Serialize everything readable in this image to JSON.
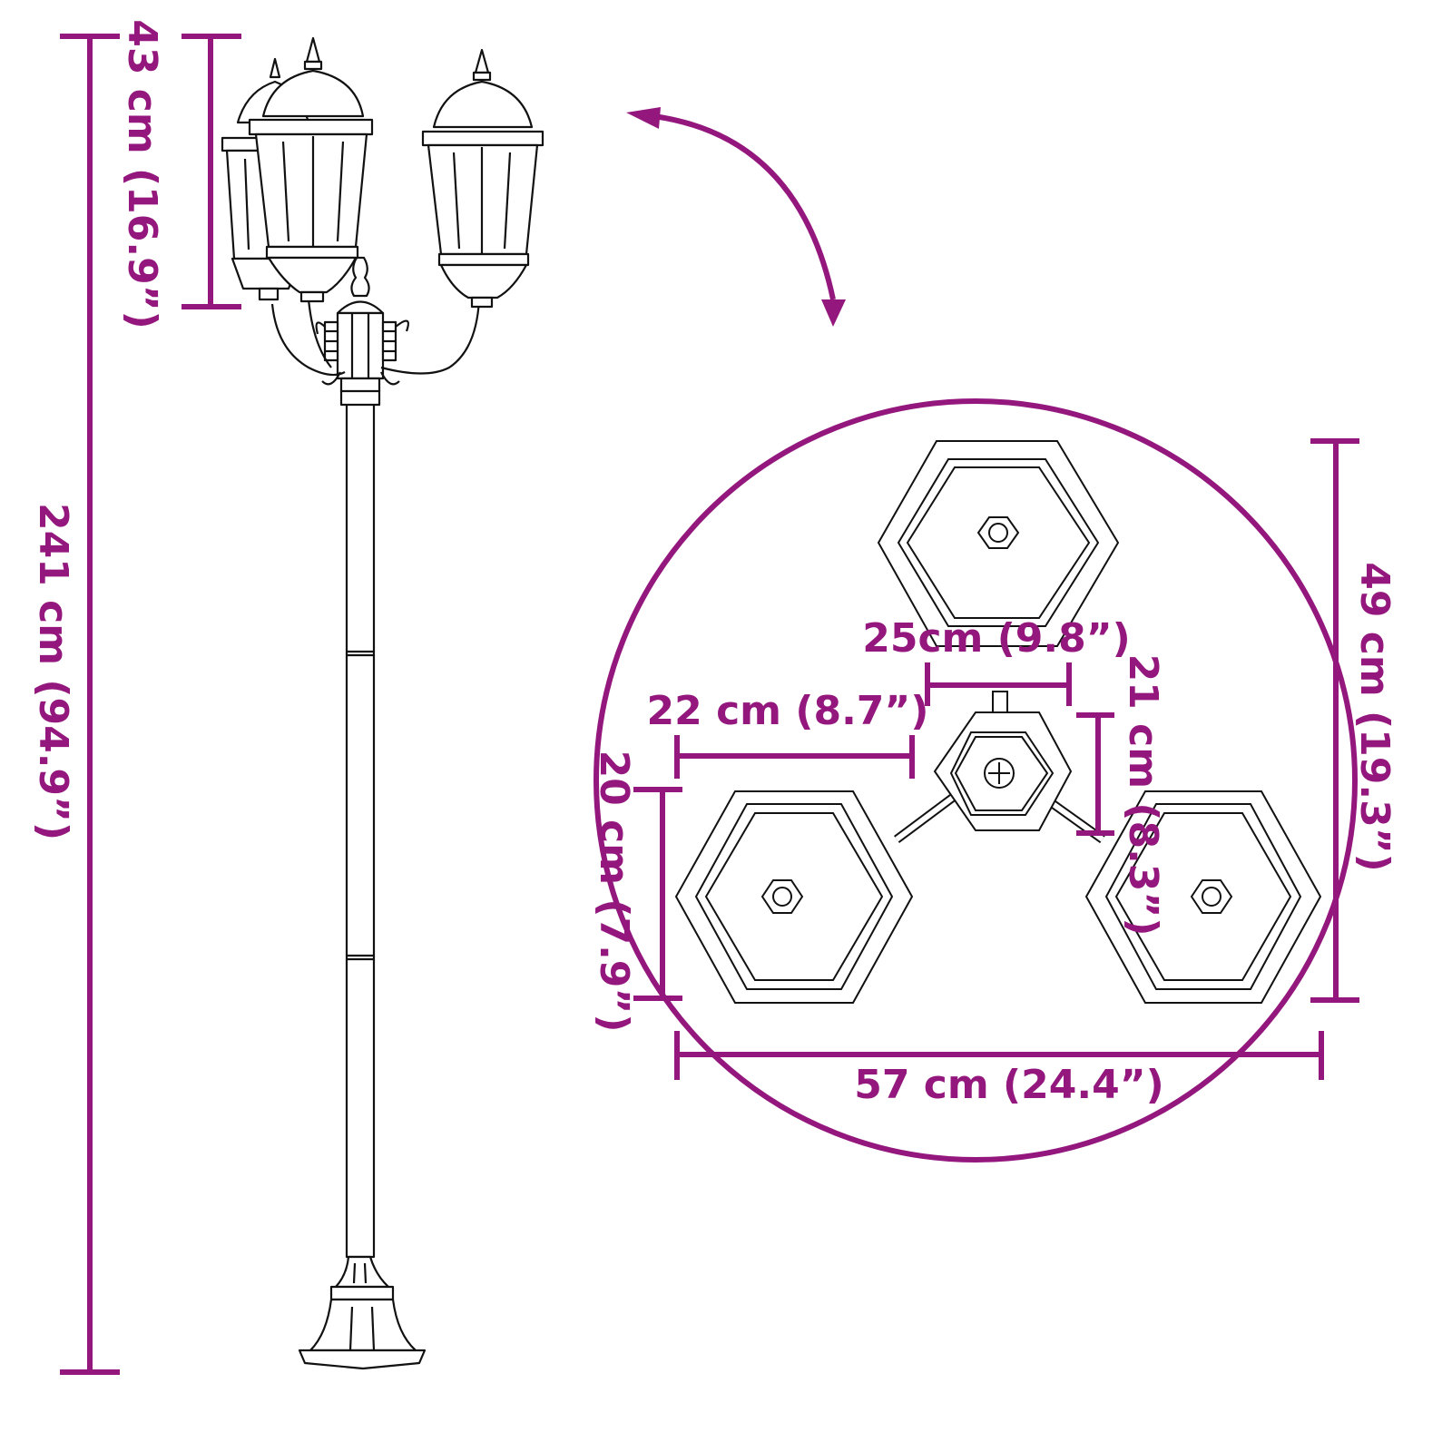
{
  "accent_color": "#93177d",
  "line_color": "#111111",
  "side_view": {
    "total_height_label": "241 cm (94.9”)",
    "lamp_head_height_label": "43 cm (16.9”)"
  },
  "top_view": {
    "overall_width_label": "57 cm (24.4”)",
    "overall_depth_label": "49 cm (19.3”)",
    "lamp_spacing_label": "25cm (9.8”)",
    "lamp_width_label": "22 cm (8.7”)",
    "lamp_depth_label": "20 cm (7.9”)",
    "arm_offset_label": "21 cm (8.3”)"
  },
  "icons": {
    "rotate_arrow": "curved-double-arrow-icon"
  }
}
